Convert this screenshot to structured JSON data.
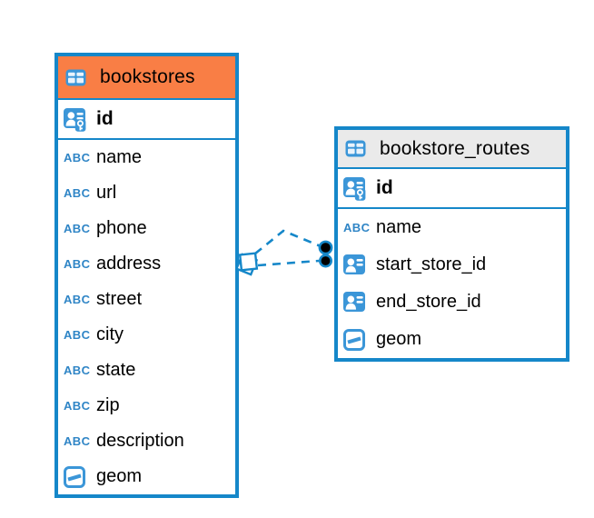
{
  "colors": {
    "accent_blue": "#1587C9",
    "icon_blue": "#3B96D8",
    "abc_blue": "#2F85C6",
    "bookstores_header": "#F97E45",
    "routes_header": "#EAEAEA"
  },
  "icons": {
    "text_type_label": "ABC"
  },
  "tables": {
    "bookstores": {
      "title": "bookstores",
      "pk": "id",
      "columns": [
        "name",
        "url",
        "phone",
        "address",
        "street",
        "city",
        "state",
        "zip",
        "description",
        "geom"
      ]
    },
    "bookstore_routes": {
      "title": "bookstore_routes",
      "pk": "id",
      "columns": [
        "name",
        "start_store_id",
        "end_store_id",
        "geom"
      ]
    }
  },
  "relationship": {
    "source_table": "bookstores",
    "target_table": "bookstore_routes",
    "line_style": "dashed"
  }
}
